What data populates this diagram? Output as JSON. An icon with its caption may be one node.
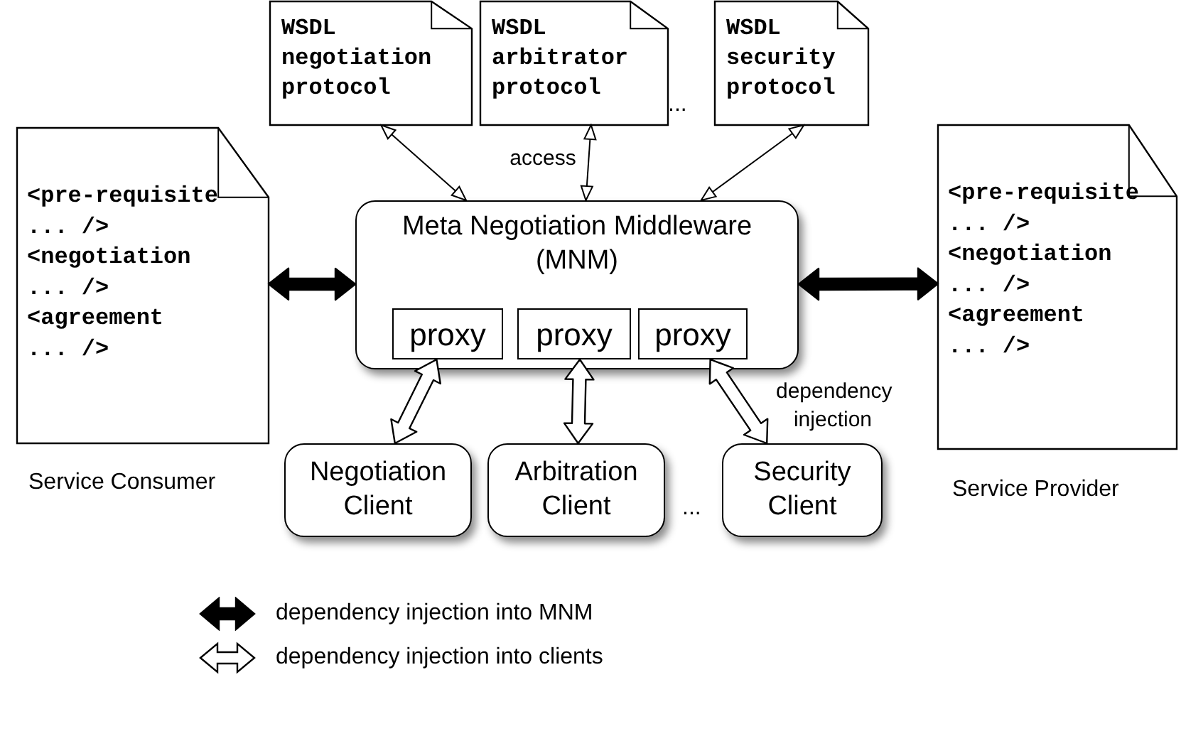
{
  "diagram": {
    "nodes": [
      {
        "text": [
          "WSDL negotiation protocol"
        ]
      },
      {
        "text": [
          "WSDL arbitrator protocol"
        ]
      },
      {
        "text": [
          "WSDL security protocol"
        ]
      },
      {
        "text": [
          "<pre-requisite",
          "... />",
          "<negotiation",
          "... />",
          "<agreement",
          "... />"
        ],
        "beside": [
          "Service Consumer"
        ]
      },
      {
        "text": [
          "Meta Negotiation Middleware (MNM)"
        ]
      },
      {
        "text": [
          "proxy"
        ],
        "in": 4
      },
      {
        "text": [
          "proxy"
        ],
        "in": 4
      },
      {
        "text": [
          "proxy"
        ],
        "in": 4
      },
      {
        "text": [
          "Negotiation Client"
        ]
      },
      {
        "text": [
          "Arbitration Client"
        ]
      },
      {
        "text": [
          "Security Client"
        ]
      },
      {
        "text": [
          "<pre-requisite",
          "... />",
          "<negotiation",
          "... />",
          "<agreement",
          "... />"
        ],
        "beside": [
          "Service Provider"
        ]
      }
    ],
    "edges": [
      {
        "from": 0,
        "to": 4,
        "arrow": "both"
      },
      {
        "from": 1,
        "to": 4,
        "arrow": "both",
        "label": "access"
      },
      {
        "from": 2,
        "to": 4,
        "arrow": "both"
      },
      {
        "from": 3,
        "to": 4,
        "arrow": "both",
        "style": "thick",
        "color": "#000000"
      },
      {
        "from": 4,
        "to": 11,
        "arrow": "both",
        "style": "thick",
        "color": "#000000"
      },
      {
        "from": 5,
        "to": 8,
        "arrow": "both",
        "style": "thick"
      },
      {
        "from": 6,
        "to": 9,
        "arrow": "both",
        "style": "thick"
      },
      {
        "from": 7,
        "to": 10,
        "arrow": "both",
        "style": "thick",
        "label": "dependency injection"
      }
    ],
    "labels": [
      "...",
      "..."
    ],
    "legend": [
      {
        "text": "dependency injection into MNM"
      },
      {
        "text": "dependency injection into clients"
      }
    ]
  }
}
